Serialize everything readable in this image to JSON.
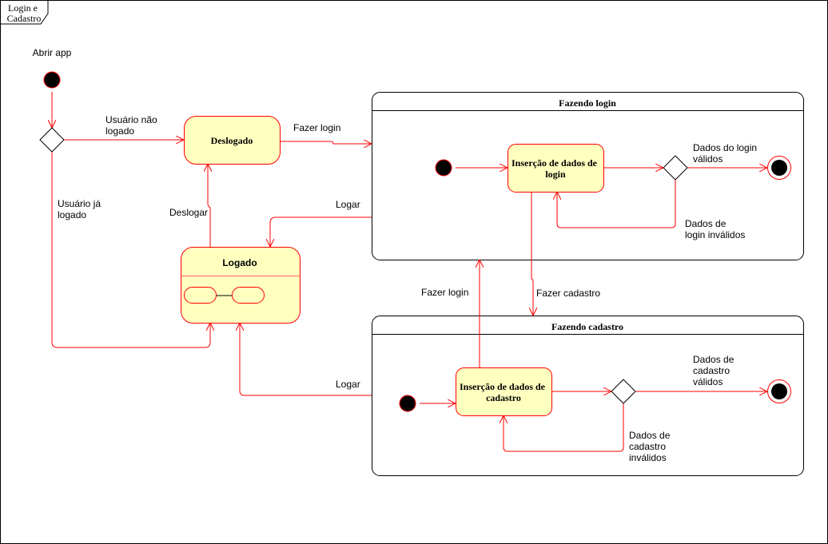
{
  "frame": {
    "title_line1": "Login e",
    "title_line2": "Cadastro"
  },
  "start": {
    "label": "Abrir app"
  },
  "states": {
    "deslogado": "Deslogado",
    "logado": "Logado",
    "fazendo_login": {
      "title": "Fazendo login",
      "inner_state_line1": "Inserção de dados de",
      "inner_state_line2": "login"
    },
    "fazendo_cadastro": {
      "title": "Fazendo cadastro",
      "inner_state_line1": "Inserção de dados de",
      "inner_state_line2": "cadastro"
    }
  },
  "transitions": {
    "usuario_nao_logado": [
      "Usuário não",
      "logado"
    ],
    "usuario_ja_logado": [
      "Usuário já",
      "logado"
    ],
    "fazer_login_top": "Fazer login",
    "deslogar": "Deslogar",
    "logar_from_login": "Logar",
    "logar_from_cadastro": "Logar",
    "fazer_cadastro": "Fazer cadastro",
    "fazer_login_from_cadastro": "Fazer login",
    "login_validos": [
      "Dados do login",
      "válidos"
    ],
    "login_invalidos": [
      "Dados de",
      "login inválidos"
    ],
    "cadastro_validos": [
      "Dados de",
      "cadastro",
      "válidos"
    ],
    "cadastro_invalidos": [
      "Dados de",
      "cadastro",
      "inválidos"
    ]
  },
  "colors": {
    "edge": "#ff0000",
    "state_fill": "#ffffc0"
  }
}
